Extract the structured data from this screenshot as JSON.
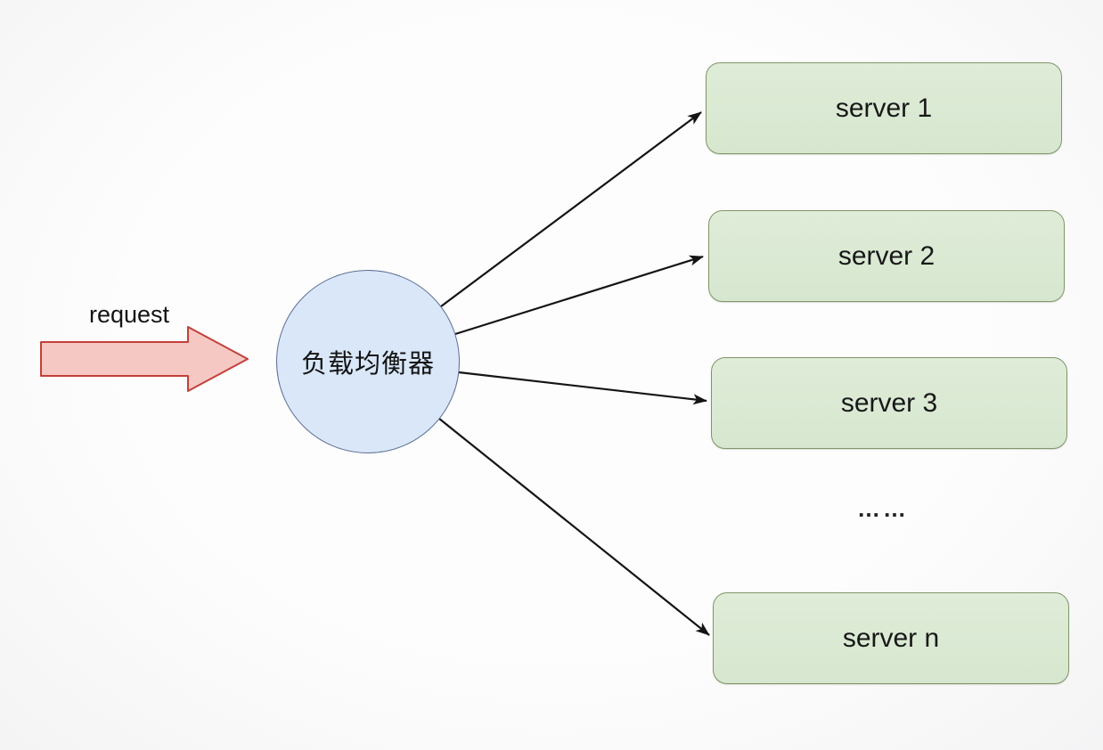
{
  "diagram": {
    "request_label": "request",
    "load_balancer": {
      "label": "负载均衡器"
    },
    "servers": [
      {
        "label": "server 1"
      },
      {
        "label": "server 2"
      },
      {
        "label": "server 3"
      },
      {
        "label": "server n"
      }
    ],
    "ellipsis": "……",
    "colors": {
      "background": "#fbfbfc",
      "request_arrow_fill": "#f6c8c4",
      "request_arrow_border": "#c3403a",
      "circle_fill": "#d9e7f8",
      "circle_border": "#5d6f96",
      "server_fill": "#dbe9d3",
      "server_border": "#7f9669",
      "connector": "#141414",
      "text": "#141414"
    }
  }
}
